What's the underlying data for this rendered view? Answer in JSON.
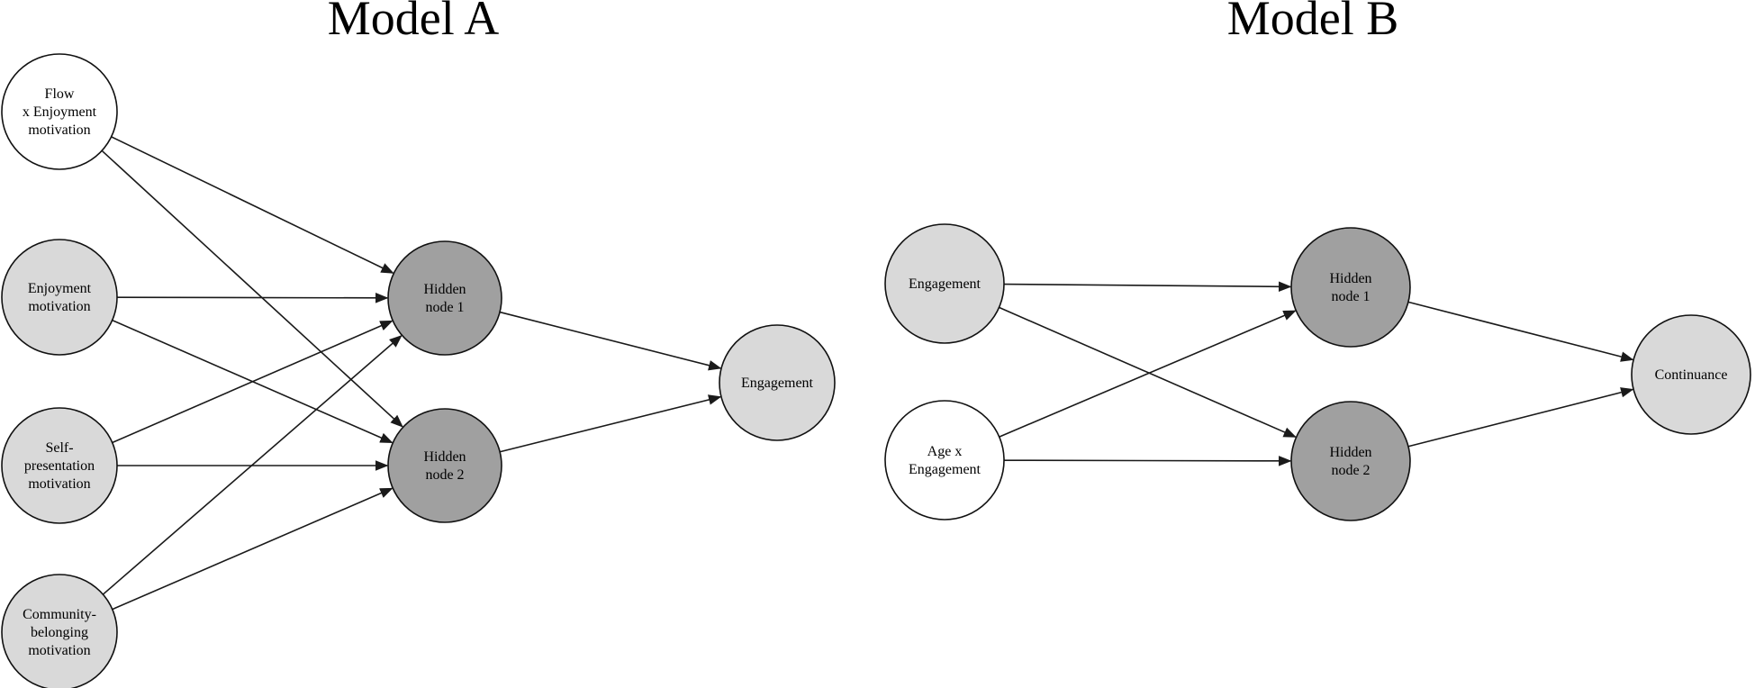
{
  "colors": {
    "input_white": "#ffffff",
    "input_light": "#d9d9d9",
    "hidden": "#a0a0a0",
    "output": "#d9d9d9",
    "stroke": "#111111"
  },
  "models": [
    {
      "title": "Model A",
      "nodes": [
        {
          "id": "a_flow",
          "label": [
            "Flow",
            "x Enjoyment",
            "motivation"
          ],
          "kind": "input_white"
        },
        {
          "id": "a_enj",
          "label": [
            "Enjoyment",
            "motivation"
          ],
          "kind": "input_light"
        },
        {
          "id": "a_self",
          "label": [
            "Self-",
            "presentation",
            "motivation"
          ],
          "kind": "input_light"
        },
        {
          "id": "a_comm",
          "label": [
            "Community-",
            "belonging",
            "motivation"
          ],
          "kind": "input_light"
        },
        {
          "id": "a_h1",
          "label": [
            "Hidden",
            "node 1"
          ],
          "kind": "hidden"
        },
        {
          "id": "a_h2",
          "label": [
            "Hidden",
            "node 2"
          ],
          "kind": "hidden"
        },
        {
          "id": "a_out",
          "label": [
            "Engagement"
          ],
          "kind": "output"
        }
      ],
      "edges": [
        [
          "a_flow",
          "a_h1"
        ],
        [
          "a_flow",
          "a_h2"
        ],
        [
          "a_enj",
          "a_h1"
        ],
        [
          "a_enj",
          "a_h2"
        ],
        [
          "a_self",
          "a_h1"
        ],
        [
          "a_self",
          "a_h2"
        ],
        [
          "a_comm",
          "a_h1"
        ],
        [
          "a_comm",
          "a_h2"
        ],
        [
          "a_h1",
          "a_out"
        ],
        [
          "a_h2",
          "a_out"
        ]
      ]
    },
    {
      "title": "Model B",
      "nodes": [
        {
          "id": "b_eng",
          "label": [
            "Engagement"
          ],
          "kind": "input_light"
        },
        {
          "id": "b_age",
          "label": [
            "Age x",
            "Engagement"
          ],
          "kind": "input_white"
        },
        {
          "id": "b_h1",
          "label": [
            "Hidden",
            "node 1"
          ],
          "kind": "hidden"
        },
        {
          "id": "b_h2",
          "label": [
            "Hidden",
            "node 2"
          ],
          "kind": "hidden"
        },
        {
          "id": "b_out",
          "label": [
            "Continuance"
          ],
          "kind": "output"
        }
      ],
      "edges": [
        [
          "b_eng",
          "b_h1"
        ],
        [
          "b_eng",
          "b_h2"
        ],
        [
          "b_age",
          "b_h1"
        ],
        [
          "b_age",
          "b_h2"
        ],
        [
          "b_h1",
          "b_out"
        ],
        [
          "b_h2",
          "b_out"
        ]
      ]
    }
  ]
}
